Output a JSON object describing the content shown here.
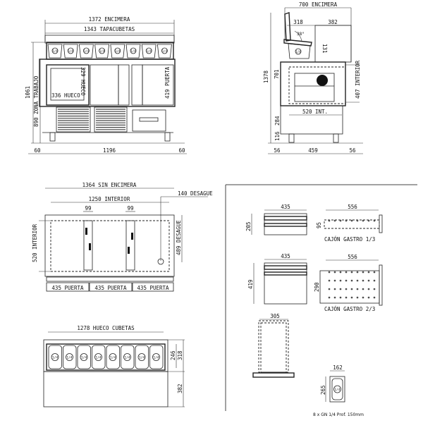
{
  "front_view": {
    "encimera": "1372 ENCIMERA",
    "tapacubetas": "1343 TAPACUBETAS",
    "height_total": "1061",
    "zona_trabajo": "890 ZONA TRABAJO",
    "hueco_w": "336 HUECO",
    "hueco_h": "329 HUECO",
    "puerta": "419 PUERTA",
    "dim_left": "60",
    "dim_center": "1196",
    "dim_right": "60",
    "pan_label": "1/4",
    "pan_count": 8
  },
  "side_view": {
    "encimera": "700 ENCIMERA",
    "dim_318": "318",
    "dim_382": "382",
    "angle": "38°",
    "dim_131": "131",
    "height_total": "1378",
    "dim_701": "701",
    "interior": "407 INTERIOR",
    "int_width": "520 INT.",
    "dim_284": "284",
    "dim_116": "116",
    "dim_left": "56",
    "dim_center": "459",
    "dim_right": "56",
    "pan_label": "1/4"
  },
  "top_view": {
    "sin_encimera": "1364 SIN ENCIMERA",
    "interior_w": "1250 INTERIOR",
    "desague": "140 DESAGUE",
    "div1": "99",
    "div2": "99",
    "interior_d": "520 INTERIOR",
    "desague_d": "489 DESAGUE",
    "doors": [
      "435 PUERTA",
      "435 PUERTA",
      "435 PUERTA"
    ]
  },
  "drawers": {
    "gastro13": {
      "width": "435",
      "height": "205",
      "depth": "556",
      "inner_h": "95",
      "caption": "CAJÓN GASTRO 1/3"
    },
    "gastro23": {
      "width": "435",
      "height": "419",
      "depth": "556",
      "inner_h": "290",
      "caption": "CAJÓN GASTRO 2/3"
    },
    "pan_width": "305"
  },
  "pan_top_view": {
    "hueco": "1278 HUECO CUBETAS",
    "dim_246": "246",
    "dim_318": "318",
    "dim_382": "382",
    "pan_label": "1/4"
  },
  "gn_pan": {
    "width": "162",
    "length": "265",
    "label": "1/4",
    "caption": "8 x GN 1/4 Prof. 150mm"
  }
}
